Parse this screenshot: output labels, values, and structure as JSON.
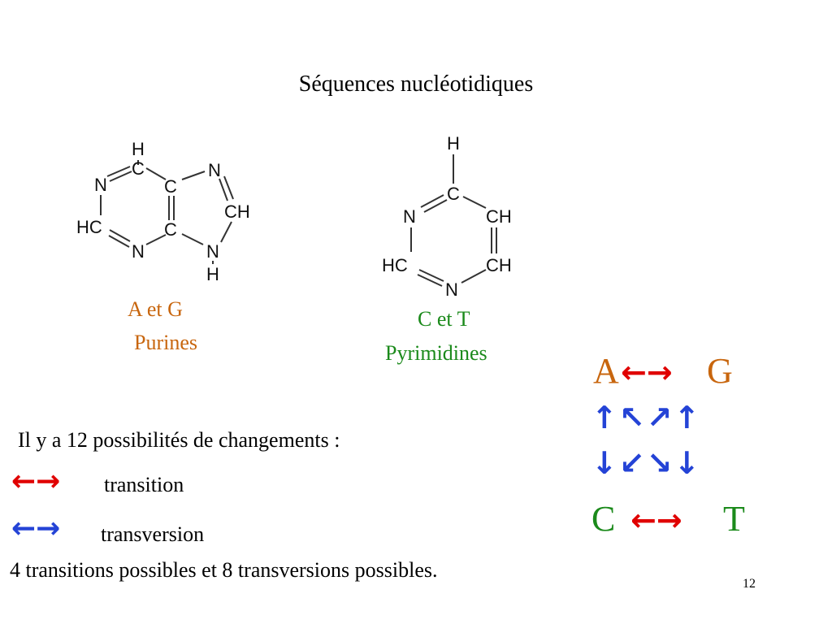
{
  "slide": {
    "title": "Séquences nucléotidiques",
    "page_number": "12"
  },
  "purine": {
    "label_bases": "A et G",
    "label_class": "Purines",
    "atoms": [
      "H",
      "N",
      "C",
      "N",
      "C",
      "CH",
      "HC",
      "N",
      "C",
      "N",
      "H"
    ]
  },
  "pyrimidine": {
    "label_bases": "C et T",
    "label_class": "Pyrimidines",
    "atoms": [
      "H",
      "C",
      "N",
      "CH",
      "HC",
      "CH",
      "N"
    ]
  },
  "text": {
    "possibilities": "Il y a 12 possibilités de changements :",
    "transition_label": "transition",
    "transversion_label": "transversion",
    "summary": "4 transitions possibles et 8 transversions possibles."
  },
  "legend_arrows": {
    "transition_arrows": "⇔",
    "transversion_arrows": "⇔"
  },
  "scheme": {
    "top_left": "A",
    "top_right": "G",
    "bottom_left": "C",
    "bottom_right": "T",
    "colors": {
      "purine": "#c8660e",
      "pyrimidine": "#1b8a1b",
      "transition": "#e00000",
      "transversion": "#2443d6"
    }
  }
}
